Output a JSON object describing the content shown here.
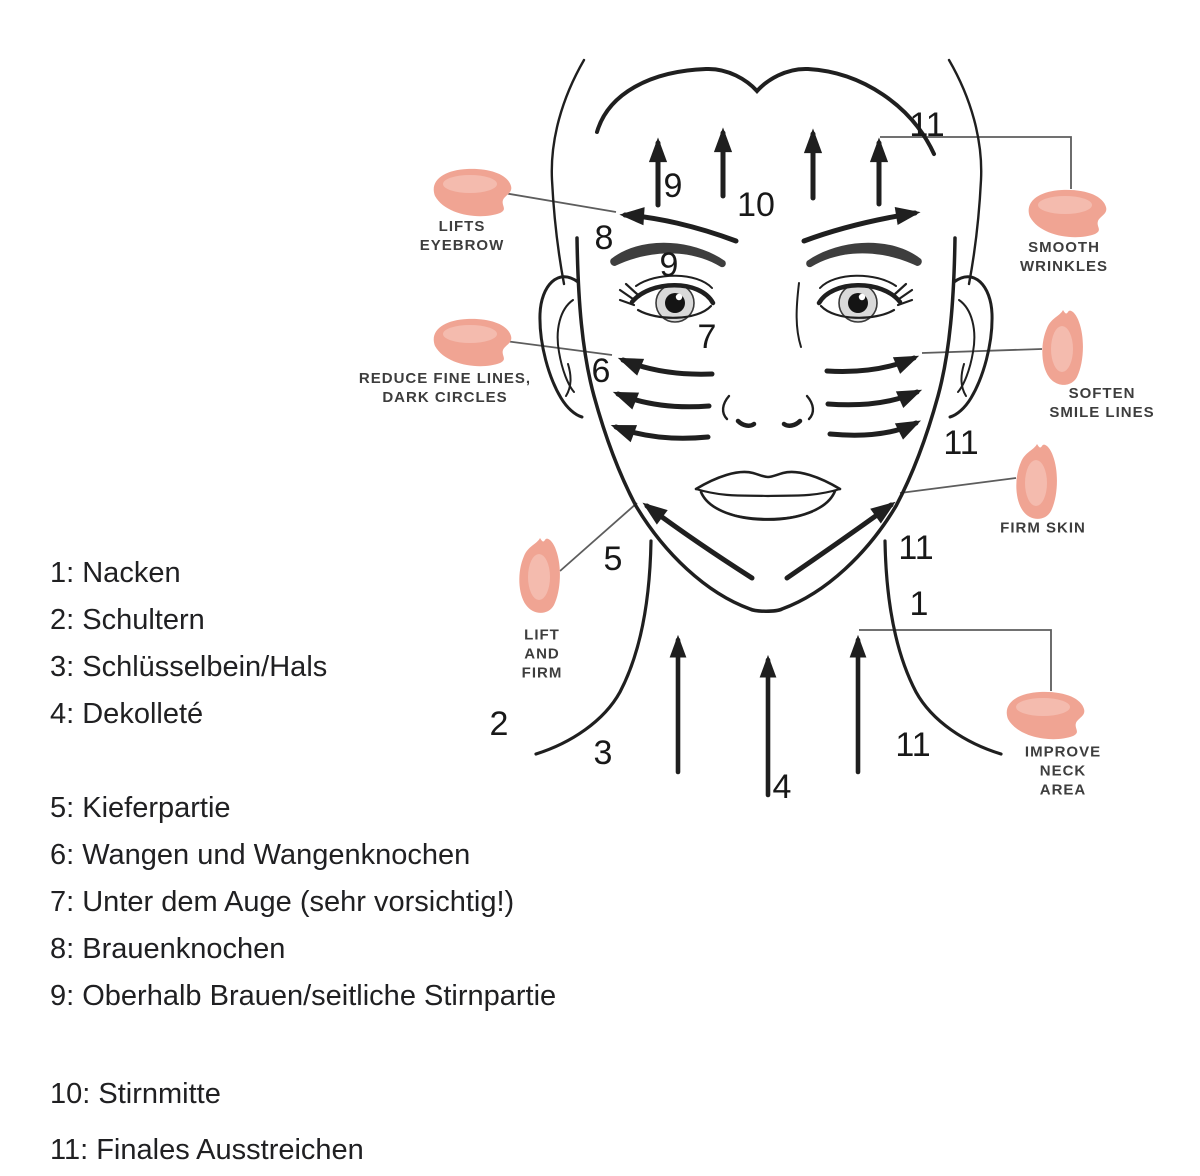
{
  "numbers": [
    "11",
    "9",
    "10",
    "8",
    "9",
    "7",
    "6",
    "11",
    "5",
    "11",
    "1",
    "2",
    "3",
    "4",
    "11"
  ],
  "labels": [
    {
      "id": "lifts-eyebrow",
      "lines": [
        "LIFTS",
        "EYEBROW"
      ]
    },
    {
      "id": "reduce-fine-lines",
      "lines": [
        "REDUCE FINE LINES,",
        "DARK CIRCLES"
      ]
    },
    {
      "id": "lift-and-firm",
      "lines": [
        "LIFT",
        "AND",
        "FIRM"
      ]
    },
    {
      "id": "smooth-wrinkles",
      "lines": [
        "SMOOTH",
        "WRINKLES"
      ]
    },
    {
      "id": "soften-smile-lines",
      "lines": [
        "SOFTEN",
        "SMILE LINES"
      ]
    },
    {
      "id": "firm-skin",
      "lines": [
        "FIRM SKIN"
      ]
    },
    {
      "id": "improve-neck-area",
      "lines": [
        "IMPROVE",
        "NECK",
        "AREA"
      ]
    }
  ],
  "legend": {
    "items": [
      "1: Nacken",
      "2: Schultern",
      "3: Schlüsselbein/Hals",
      "4: Dekolleté",
      "5: Kieferpartie",
      "6: Wangen und Wangenknochen",
      "7: Unter dem Auge (sehr vorsichtig!)",
      "8: Brauenknochen",
      "9: Oberhalb Brauen/seitliche Stirnpartie",
      "10: Stirnmitte",
      "11: Finales Ausstreichen"
    ]
  },
  "colors": {
    "stone": "#f0a493",
    "stone_highlight": "#f8c7b8",
    "ink": "#1f1f1f",
    "connector": "#5d5d5d",
    "label_text": "#3d3d3d"
  }
}
